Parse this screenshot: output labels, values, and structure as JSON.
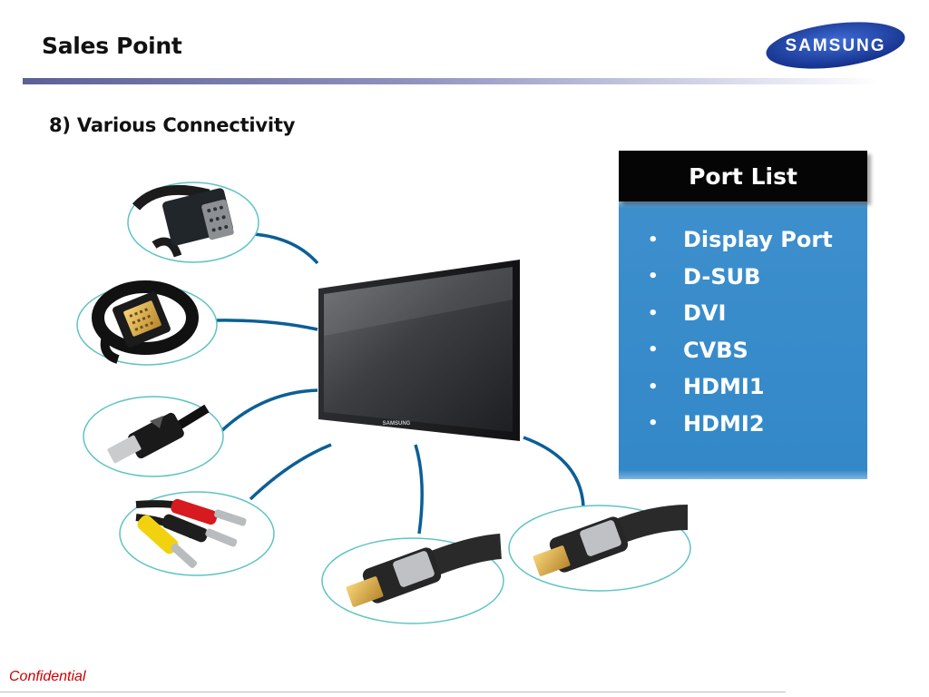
{
  "header": {
    "title": "Sales Point",
    "logo_text": "SAMSUNG"
  },
  "section": {
    "subtitle": "8) Various Connectivity"
  },
  "monitor": {
    "brand_text": "SAMSUNG"
  },
  "port_panel": {
    "header": "Port List",
    "items": [
      "Display Port",
      "D-SUB",
      "DVI",
      "CVBS",
      "HDMI1",
      "HDMI2"
    ]
  },
  "footer": {
    "text": "Confidential"
  },
  "colors": {
    "panel_blue": "#3388c8",
    "cable_blue": "#0b5f95",
    "circle_teal": "#5ec3c5",
    "logo_blue": "#1d3f9c",
    "confidential_red": "#cc0000"
  },
  "icons": [
    "vga-connector-icon",
    "dvi-connector-icon",
    "displayport-connector-icon",
    "rca-connector-icon",
    "hdmi-connector-icon"
  ]
}
